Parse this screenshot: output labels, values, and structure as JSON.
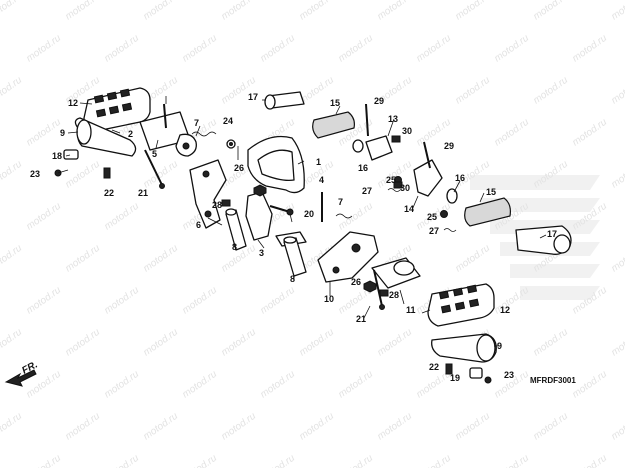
{
  "watermark_text": "motod.ru",
  "diagram_code": "MFRDF3001",
  "forward_marker": "FR.",
  "callouts": [
    {
      "id": "c1",
      "label": "1"
    },
    {
      "id": "c2",
      "label": "2"
    },
    {
      "id": "c3",
      "label": "3"
    },
    {
      "id": "c4",
      "label": "4"
    },
    {
      "id": "c5",
      "label": "5"
    },
    {
      "id": "c6",
      "label": "6"
    },
    {
      "id": "c7a",
      "label": "7"
    },
    {
      "id": "c7b",
      "label": "7"
    },
    {
      "id": "c8a",
      "label": "8"
    },
    {
      "id": "c8b",
      "label": "8"
    },
    {
      "id": "c9a",
      "label": "9"
    },
    {
      "id": "c9b",
      "label": "9"
    },
    {
      "id": "c10",
      "label": "10"
    },
    {
      "id": "c11",
      "label": "11"
    },
    {
      "id": "c12a",
      "label": "12"
    },
    {
      "id": "c12b",
      "label": "12"
    },
    {
      "id": "c13",
      "label": "13"
    },
    {
      "id": "c14",
      "label": "14"
    },
    {
      "id": "c15a",
      "label": "15"
    },
    {
      "id": "c15b",
      "label": "15"
    },
    {
      "id": "c16a",
      "label": "16"
    },
    {
      "id": "c16b",
      "label": "16"
    },
    {
      "id": "c17a",
      "label": "17"
    },
    {
      "id": "c17b",
      "label": "17"
    },
    {
      "id": "c18",
      "label": "18"
    },
    {
      "id": "c19",
      "label": "19"
    },
    {
      "id": "c20",
      "label": "20"
    },
    {
      "id": "c21a",
      "label": "21"
    },
    {
      "id": "c21b",
      "label": "21"
    },
    {
      "id": "c22a",
      "label": "22"
    },
    {
      "id": "c22b",
      "label": "22"
    },
    {
      "id": "c23a",
      "label": "23"
    },
    {
      "id": "c23b",
      "label": "23"
    },
    {
      "id": "c24",
      "label": "24"
    },
    {
      "id": "c25a",
      "label": "25"
    },
    {
      "id": "c25b",
      "label": "25"
    },
    {
      "id": "c26a",
      "label": "26"
    },
    {
      "id": "c26b",
      "label": "26"
    },
    {
      "id": "c27a",
      "label": "27"
    },
    {
      "id": "c27b",
      "label": "27"
    },
    {
      "id": "c28a",
      "label": "28"
    },
    {
      "id": "c28b",
      "label": "28"
    },
    {
      "id": "c29a",
      "label": "29"
    },
    {
      "id": "c29b",
      "label": "29"
    },
    {
      "id": "c30a",
      "label": "30"
    },
    {
      "id": "c30b",
      "label": "30"
    }
  ]
}
